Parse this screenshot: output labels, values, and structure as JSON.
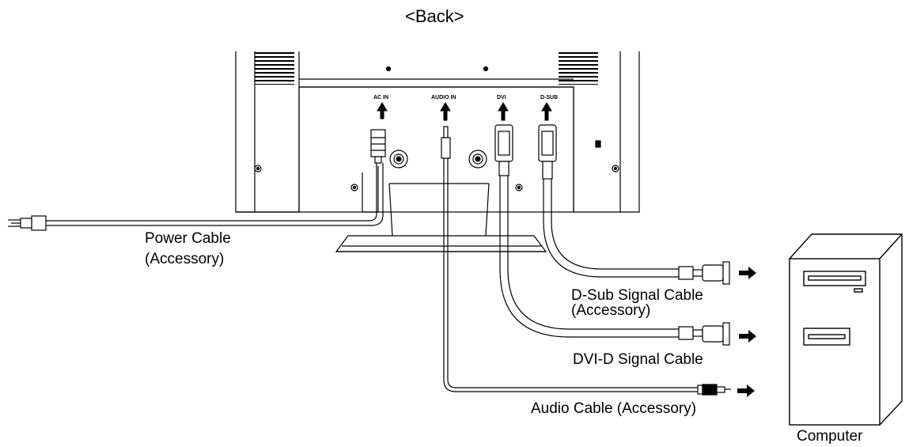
{
  "title": "<Back>",
  "ports": {
    "ac_in": "AC  IN",
    "audio_in": "AUDIO  IN",
    "dvi": "DVI",
    "dsub": "D-SUB"
  },
  "cables": {
    "power": {
      "line1": "Power Cable",
      "line2": "(Accessory)"
    },
    "dsub": {
      "line1": "D-Sub Signal Cable",
      "line2": "(Accessory)"
    },
    "dvi": {
      "line1": "DVI-D Signal Cable"
    },
    "audio": {
      "line1": "Audio Cable (Accessory)"
    }
  },
  "computer_label": "Computer",
  "colors": {
    "line": "#000000",
    "background": "#ffffff"
  }
}
